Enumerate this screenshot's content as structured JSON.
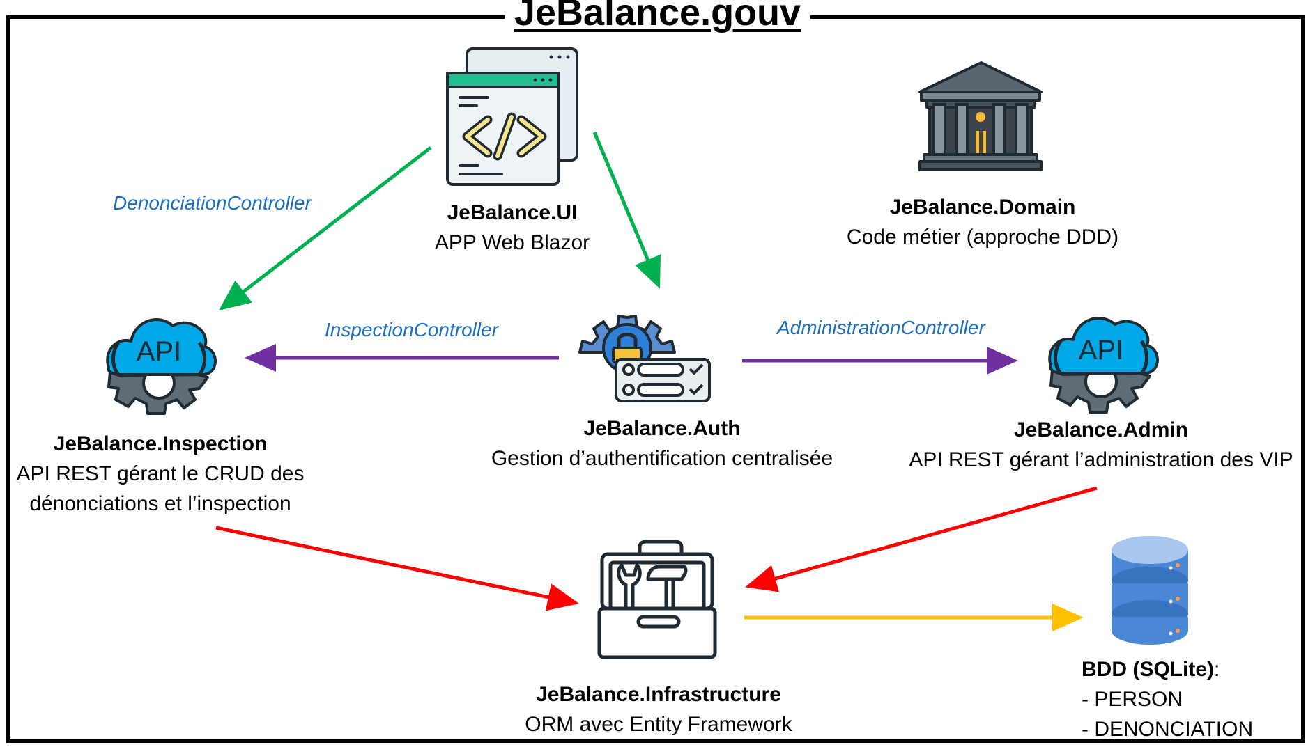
{
  "title": "JeBalance.gouv",
  "nodes": {
    "ui": {
      "name": "JeBalance.UI",
      "desc": "APP Web Blazor",
      "icon": "code-window-icon"
    },
    "domain": {
      "name": "JeBalance.Domain",
      "desc": "Code métier (approche DDD)",
      "icon": "government-building-icon"
    },
    "inspection": {
      "name": "JeBalance.Inspection",
      "desc_line1": "API REST gérant le CRUD des",
      "desc_line2": "dénonciations et l’inspection",
      "icon": "api-cloud-gear-icon"
    },
    "auth": {
      "name": "JeBalance.Auth",
      "desc": "Gestion d’authentification centralisée",
      "icon": "auth-gear-lock-icon"
    },
    "admin": {
      "name": "JeBalance.Admin",
      "desc": "API REST gérant l’administration des VIP",
      "icon": "api-cloud-gear-icon"
    },
    "infrastructure": {
      "name": "JeBalance.Infrastructure",
      "desc": "ORM avec Entity Framework",
      "icon": "toolbox-icon"
    },
    "database": {
      "name": "BDD (SQLite)",
      "colon": ":",
      "tables": [
        "- PERSON",
        "- DENONCIATION"
      ],
      "icon": "database-icon"
    }
  },
  "edges": {
    "ui_to_inspection": {
      "label": "DenonciationController",
      "color": "#00b050"
    },
    "ui_to_auth": {
      "label": "",
      "color": "#00b050"
    },
    "auth_to_inspection": {
      "label": "InspectionController",
      "color": "#7030a0"
    },
    "auth_to_admin": {
      "label": "AdministrationController",
      "color": "#7030a0"
    },
    "inspection_to_infra": {
      "label": "",
      "color": "#ff0000"
    },
    "admin_to_infra": {
      "label": "",
      "color": "#ff0000"
    },
    "infra_to_db": {
      "label": "",
      "color": "#ffc000"
    }
  },
  "api_text": "API"
}
